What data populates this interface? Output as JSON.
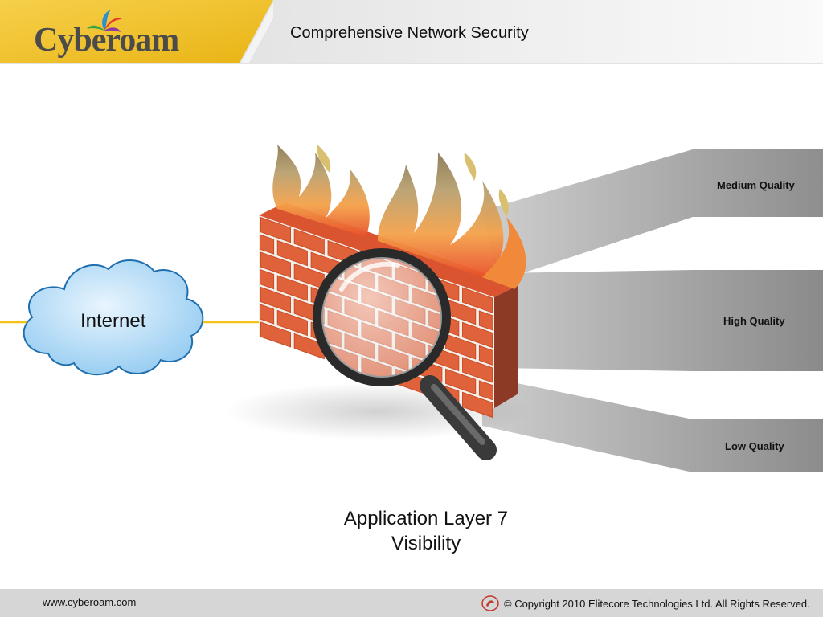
{
  "header": {
    "brand": "Cyberoam",
    "title": "Comprehensive Network Security"
  },
  "diagram": {
    "cloud_label": "Internet",
    "streams": [
      {
        "label": "Medium Quality"
      },
      {
        "label": "High Quality"
      },
      {
        "label": "Low Quality"
      }
    ],
    "caption_line1": "Application Layer 7",
    "caption_line2": "Visibility"
  },
  "footer": {
    "url": "www.cyberoam.com",
    "copyright": "© Copyright 2010 Elitecore Technologies Ltd. All Rights Reserved."
  },
  "colors": {
    "brand_yellow": "#f2c12e",
    "brick": "#e0623a",
    "stream_gray": "#8a8a8a",
    "cloud_blue": "#9fd0f2",
    "connector_yellow": "#f3c316"
  }
}
